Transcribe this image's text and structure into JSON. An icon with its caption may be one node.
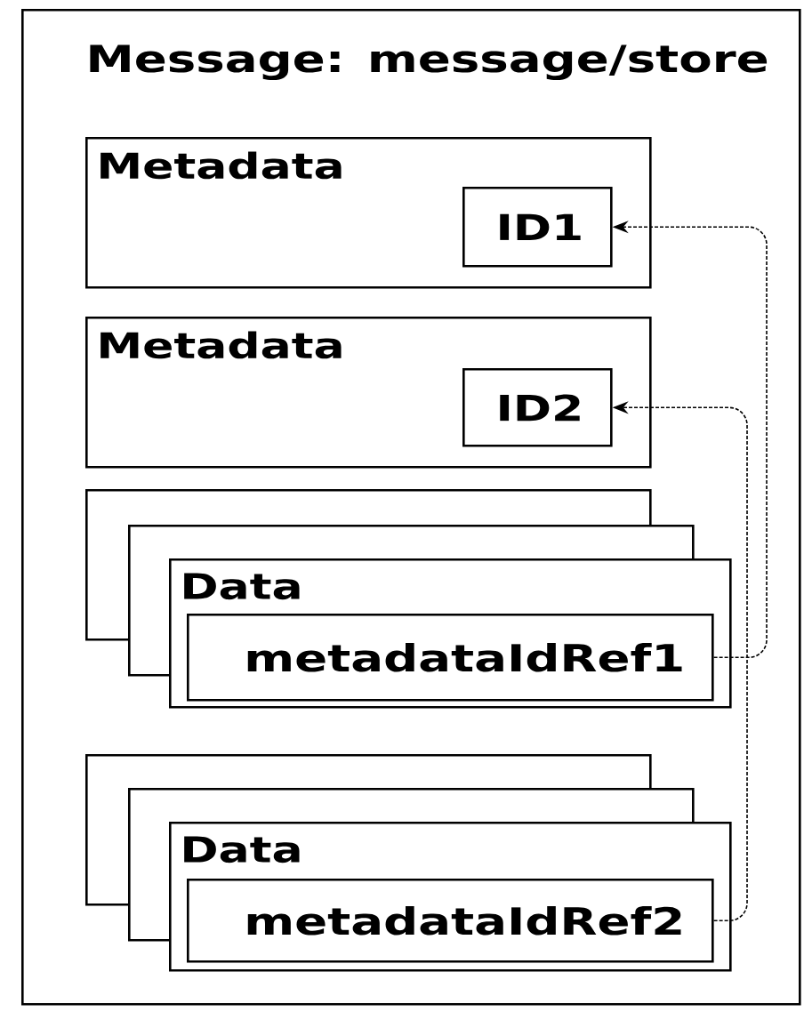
{
  "diagram": {
    "nodes": [
      {
        "text": [
          "Message: message/store"
        ]
      },
      {
        "text": [
          "Metadata"
        ],
        "in": 0
      },
      {
        "text": [
          "ID1"
        ],
        "in": 1
      },
      {
        "text": [
          "Metadata"
        ],
        "in": 0
      },
      {
        "text": [
          "ID2"
        ],
        "in": 3
      },
      {
        "text": [],
        "shape": "box",
        "in": 0
      },
      {
        "text": [],
        "shape": "box",
        "in": 0
      },
      {
        "text": [
          "Data"
        ],
        "in": 0
      },
      {
        "text": [
          "metadataIdRef1"
        ],
        "in": 7
      },
      {
        "text": [],
        "shape": "box",
        "in": 0
      },
      {
        "text": [],
        "shape": "box",
        "in": 0
      },
      {
        "text": [
          "Data"
        ],
        "in": 0
      },
      {
        "text": [
          "metadataIdRef2"
        ],
        "in": 11
      }
    ],
    "edges": [
      {
        "from": 8,
        "to": 2,
        "arrow": "to",
        "style": "dashed"
      },
      {
        "from": 12,
        "to": 4,
        "arrow": "to",
        "style": "dashed"
      }
    ]
  }
}
